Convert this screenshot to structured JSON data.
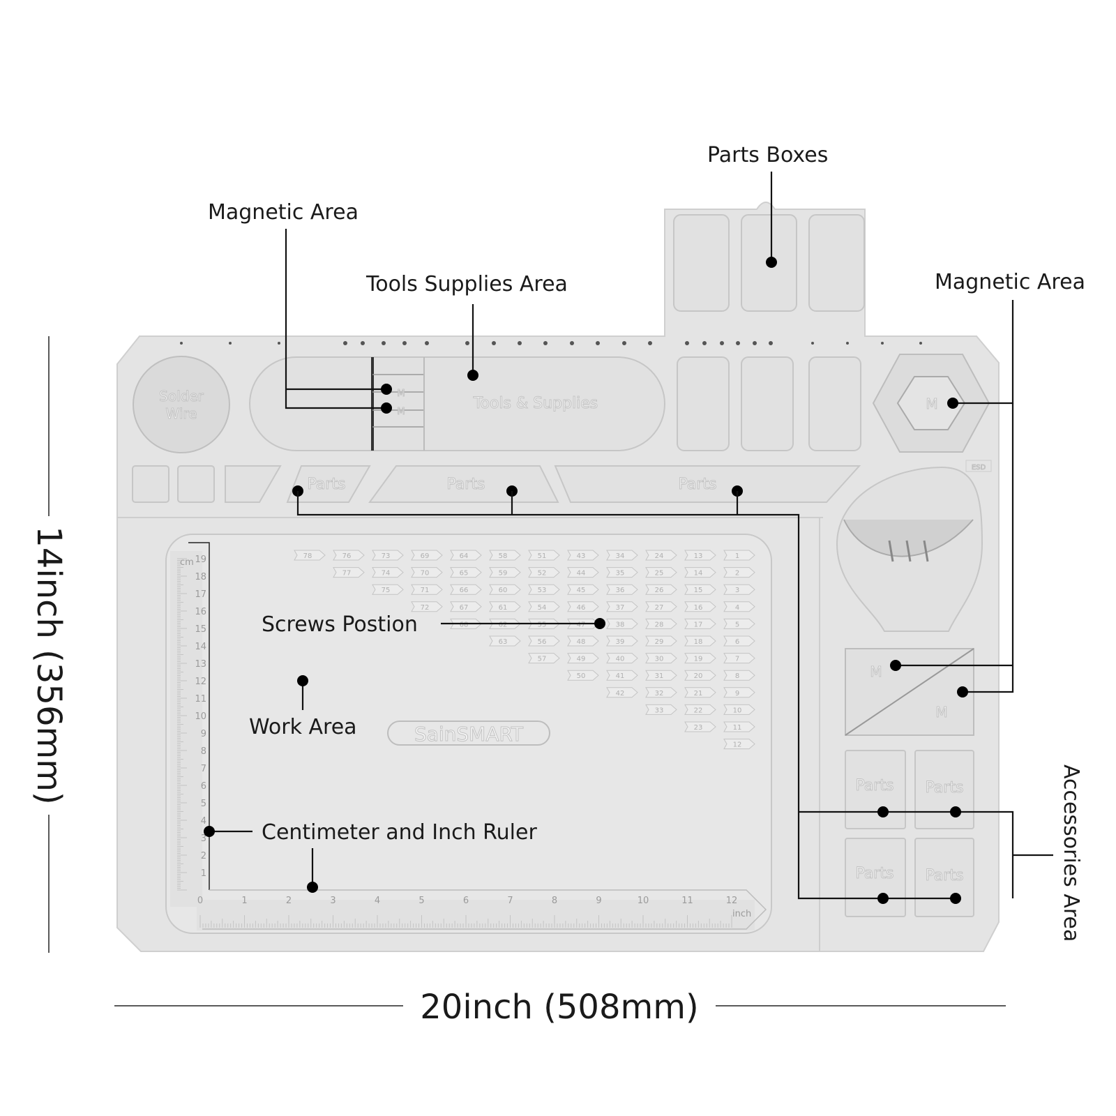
{
  "callouts": {
    "parts_boxes": "Parts Boxes",
    "magnetic_area_left": "Magnetic Area",
    "tools_supplies_area": "Tools Supplies Area",
    "magnetic_area_right": "Magnetic Area",
    "screws_position": "Screws Postion",
    "work_area": "Work Area",
    "ruler": "Centimeter and Inch Ruler",
    "accessories_area": "Accessories Area"
  },
  "dimensions": {
    "width": "20inch (508mm)",
    "height": "14inch (356mm)"
  },
  "mat_labels": {
    "solder_line1": "Solder",
    "solder_line2": "Wire",
    "tools_supplies": "Tools & Supplies",
    "parts": "Parts",
    "magnet": "M",
    "esd": "ESD",
    "brand": "SainSMART",
    "cm_unit": "cm",
    "inch_unit": "inch"
  },
  "ruler": {
    "cm_ticks": [
      "1",
      "2",
      "3",
      "4",
      "5",
      "6",
      "7",
      "8",
      "9",
      "10",
      "11",
      "12",
      "13",
      "14",
      "15",
      "16",
      "17",
      "18",
      "19"
    ],
    "inch_ticks": [
      "0",
      "1",
      "2",
      "3",
      "4",
      "5",
      "6",
      "7",
      "8",
      "9",
      "10",
      "11",
      "12"
    ]
  },
  "screw_grid": {
    "rows": [
      [
        "78",
        "76",
        "73",
        "69",
        "64",
        "58",
        "51",
        "43",
        "34",
        "24",
        "13",
        "1"
      ],
      [
        "77",
        "74",
        "70",
        "65",
        "59",
        "52",
        "44",
        "35",
        "25",
        "14",
        "2"
      ],
      [
        "75",
        "71",
        "66",
        "60",
        "53",
        "45",
        "36",
        "26",
        "15",
        "3"
      ],
      [
        "72",
        "67",
        "61",
        "54",
        "46",
        "37",
        "27",
        "16",
        "4"
      ],
      [
        "68",
        "62",
        "55",
        "47",
        "38",
        "28",
        "17",
        "5"
      ],
      [
        "63",
        "56",
        "48",
        "39",
        "29",
        "18",
        "6"
      ],
      [
        "57",
        "49",
        "40",
        "30",
        "19",
        "7"
      ],
      [
        "50",
        "41",
        "31",
        "20",
        "8"
      ],
      [
        "42",
        "32",
        "21",
        "9"
      ],
      [
        "33",
        "22",
        "10"
      ],
      [
        "23",
        "11"
      ],
      [
        "12"
      ]
    ]
  },
  "colors": {
    "mat": "#e4e4e4",
    "background": "#ffffff",
    "leader": "#111111"
  }
}
